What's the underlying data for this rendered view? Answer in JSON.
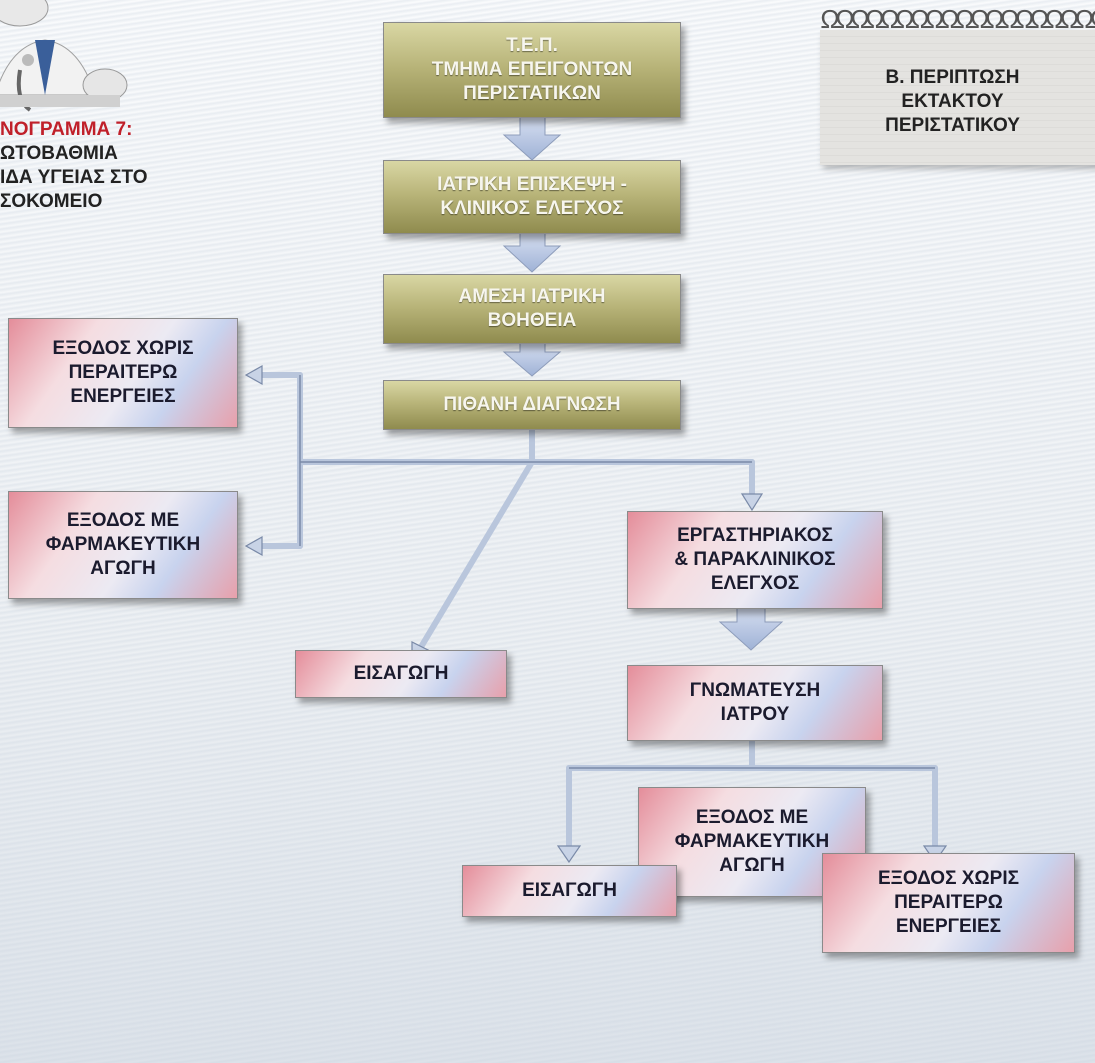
{
  "legend": {
    "title": "ΝΟΓΡΑΜΜΑ 7:",
    "lines": [
      "ΩΤΟΒΑΘΜΙΑ",
      "ΙΔΑ ΥΓΕΙΑΣ ΣΤΟ",
      "ΣΟΚΟΜΕΙΟ"
    ]
  },
  "note": "Β. ΠΕΡΙΠΤΩΣΗ\nΕΚΤΑΚΤΟΥ\nΠΕΡΙΣΤΑΤΙΚΟΥ",
  "nodes": {
    "tep": "Τ.Ε.Π.\nΤΜΗΜΑ ΕΠΕΙΓΟΝΤΩΝ\nΠΕΡΙΣΤΑΤΙΚΩΝ",
    "visit": "ΙΑΤΡΙΚΗ ΕΠΙΣΚΕΨΗ -\nΚΛΙΝΙΚΟΣ ΕΛΕΓΧΟΣ",
    "aid": "ΑΜΕΣΗ ΙΑΤΡΙΚΗ\nΒΟΗΘΕΙΑ",
    "diagnosis": "ΠΙΘΑΝΗ ΔΙΑΓΝΩΣΗ",
    "exit_no_action_1": "ΕΞΟΔΟΣ ΧΩΡΙΣ\nΠΕΡΑΙΤΕΡΩ\nΕΝΕΡΓΕΙΕΣ",
    "exit_medication_1": "ΕΞΟΔΟΣ ΜΕ\nΦΑΡΜΑΚΕΥΤΙΚΗ\nΑΓΩΓΗ",
    "admission_1": "ΕΙΣΑΓΩΓΗ",
    "lab": "ΕΡΓΑΣΤΗΡΙΑΚΟΣ\n& ΠΑΡΑΚΛΙΝΙΚΟΣ\nΕΛΕΓΧΟΣ",
    "opinion": "ΓΝΩΜΑΤΕΥΣΗ\nΙΑΤΡΟΥ",
    "exit_medication_2": "ΕΞΟΔΟΣ ΜΕ\nΦΑΡΜΑΚΕΥΤΙΚΗ\nΑΓΩΓΗ",
    "admission_2": "ΕΙΣΑΓΩΓΗ",
    "exit_no_action_2": "ΕΞΟΔΟΣ ΧΩΡΙΣ\nΠΕΡΑΙΤΕΡΩ\nΕΝΕΡΓΕΙΕΣ"
  }
}
